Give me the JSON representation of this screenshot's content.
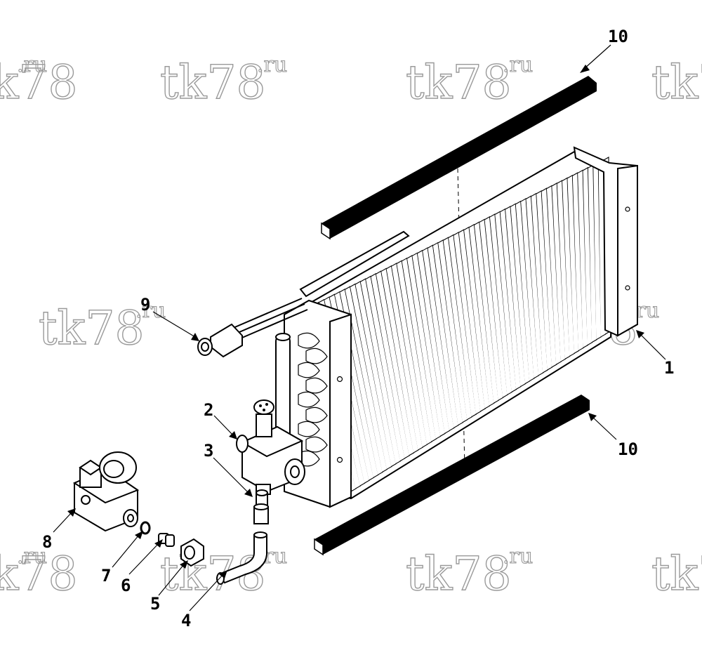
{
  "diagram": {
    "watermark": {
      "text": "tk78",
      "suffix": ".ru"
    },
    "callouts": [
      {
        "id": "1",
        "label": "1"
      },
      {
        "id": "2",
        "label": "2"
      },
      {
        "id": "3",
        "label": "3"
      },
      {
        "id": "4",
        "label": "4"
      },
      {
        "id": "5",
        "label": "5"
      },
      {
        "id": "6",
        "label": "6"
      },
      {
        "id": "7",
        "label": "7"
      },
      {
        "id": "8",
        "label": "8"
      },
      {
        "id": "9",
        "label": "9"
      },
      {
        "id": "10a",
        "label": "10"
      },
      {
        "id": "10b",
        "label": "10"
      }
    ],
    "parts_icons": {
      "1": "evaporator-coil-icon",
      "2": "expansion-valve-icon",
      "3": "fitting-icon",
      "4": "elbow-tube-icon",
      "5": "flare-nut-icon",
      "6": "adapter-icon",
      "7": "gasket-icon",
      "8": "solenoid-valve-icon",
      "9": "sensor-harness-icon",
      "10": "foam-strip-icon"
    },
    "colors": {
      "line": "#000000",
      "watermark": "#9a9a9a",
      "background": "#ffffff"
    }
  }
}
